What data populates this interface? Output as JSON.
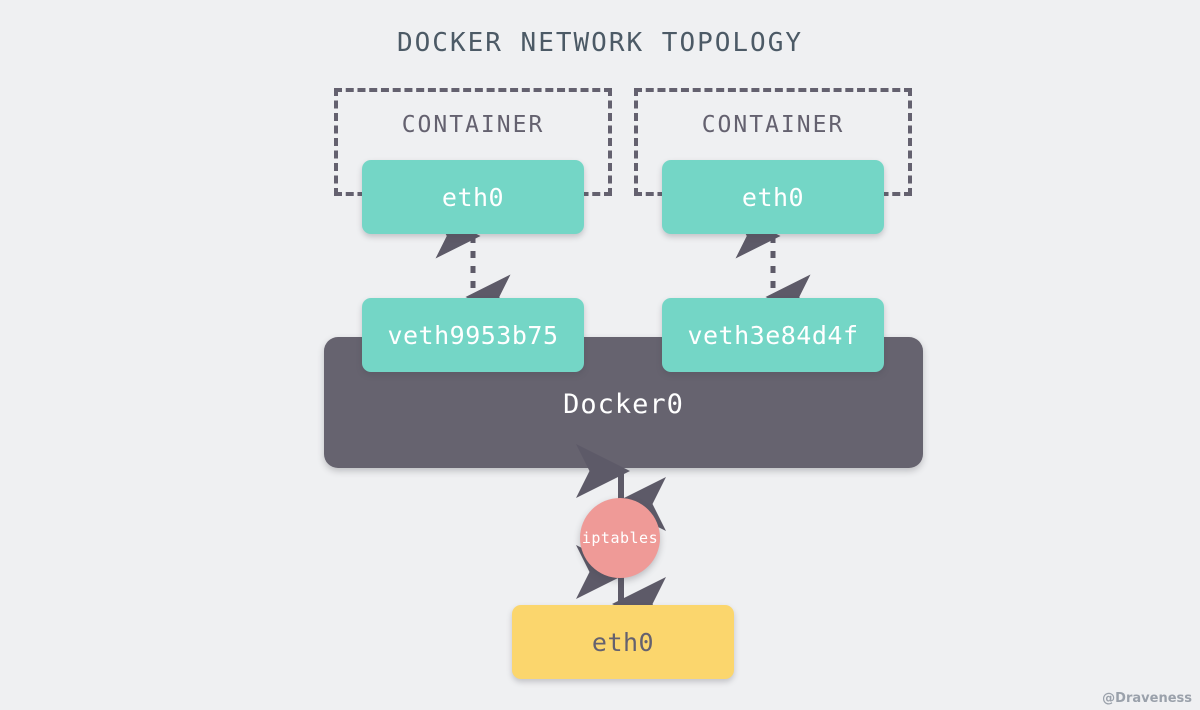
{
  "diagram": {
    "title": "DOCKER NETWORK TOPOLOGY",
    "background_color": "#eff0f2",
    "watermark": "@Draveness",
    "containers": [
      {
        "label": "CONTAINER",
        "interface": "eth0"
      },
      {
        "label": "CONTAINER",
        "interface": "eth0"
      }
    ],
    "veth_pairs": [
      {
        "name": "veth9953b75"
      },
      {
        "name": "veth3e84d4f"
      }
    ],
    "bridge": {
      "label": "Docker0",
      "color": "#66636f"
    },
    "firewall": {
      "label": "iptables",
      "color": "#ef9a97"
    },
    "host_interface": {
      "label": "eth0",
      "color": "#fbd66d"
    },
    "colors": {
      "teal": "#74d6c6",
      "amber": "#fbd66d",
      "slate": "#66636f",
      "salmon": "#ef9a97",
      "title_text": "#4c5a66",
      "dash_border": "#64616f"
    },
    "connectors": [
      {
        "from": "container-1-eth0",
        "to": "veth9953b75",
        "style": "dashed",
        "arrows": "both"
      },
      {
        "from": "container-2-eth0",
        "to": "veth3e84d4f",
        "style": "dashed",
        "arrows": "both"
      },
      {
        "from": "docker0",
        "to": "iptables",
        "style": "solid",
        "arrows": "both"
      },
      {
        "from": "iptables",
        "to": "host-eth0",
        "style": "solid",
        "arrows": "both"
      }
    ]
  }
}
